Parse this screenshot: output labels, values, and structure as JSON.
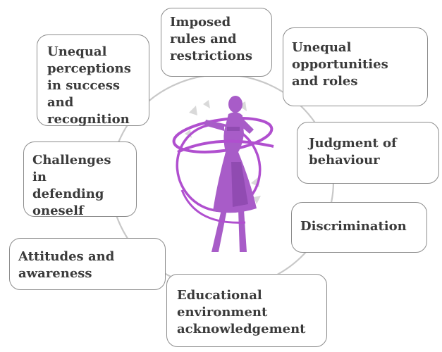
{
  "diagram": {
    "center_image": "hula-hoop-dancer-silhouette",
    "accent_color": "#b04fcf",
    "ring_color": "#c8c8c8",
    "box_border_color": "#8c8c8c",
    "text_color": "#3b3b3b",
    "factors": [
      {
        "id": "imposed",
        "label": "Imposed\nrules and\nrestrictions"
      },
      {
        "id": "unequal-opportunities",
        "label": "Unequal\nopportunities\nand roles"
      },
      {
        "id": "judgment",
        "label": "Judgment of\nbehaviour"
      },
      {
        "id": "discrimination",
        "label": "Discrimination"
      },
      {
        "id": "educational",
        "label": "Educational\nenvironment\nacknowledgement"
      },
      {
        "id": "attitudes",
        "label": "Attitudes and\nawareness"
      },
      {
        "id": "challenges",
        "label": "Challenges in\ndefending\noneself"
      },
      {
        "id": "unequal-perceptions",
        "label": "Unequal\nperceptions\nin success and\nrecognition"
      }
    ]
  }
}
